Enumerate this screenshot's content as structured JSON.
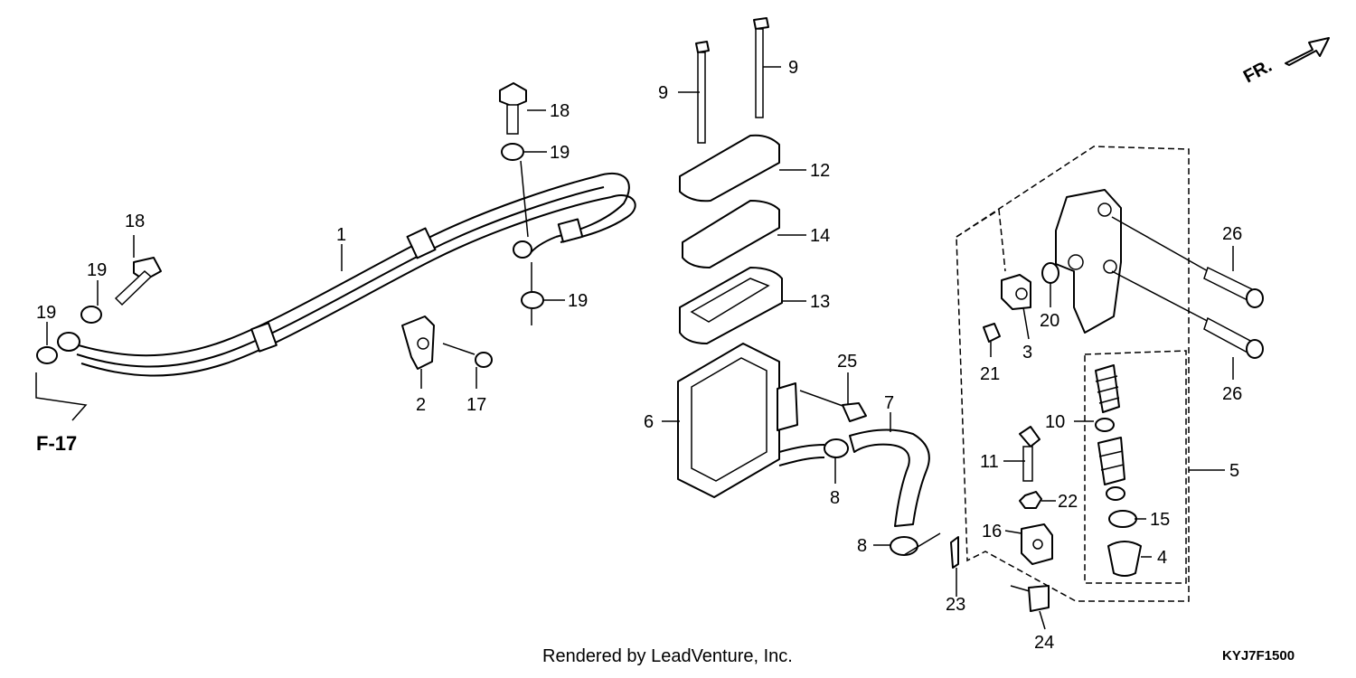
{
  "diagram": {
    "callouts": {
      "c1": "1",
      "c2": "2",
      "c3": "3",
      "c4": "4",
      "c5": "5",
      "c6": "6",
      "c7": "7",
      "c8a": "8",
      "c8b": "8",
      "c9a": "9",
      "c9b": "9",
      "c10": "10",
      "c11": "11",
      "c12": "12",
      "c13": "13",
      "c14": "14",
      "c15": "15",
      "c16": "16",
      "c17": "17",
      "c18a": "18",
      "c18b": "18",
      "c19a": "19",
      "c19b": "19",
      "c19c": "19",
      "c19d": "19",
      "c20": "20",
      "c21": "21",
      "c22": "22",
      "c23": "23",
      "c24": "24",
      "c26a": "26",
      "c26b": "26"
    },
    "reference": "F-17",
    "direction_label": "FR.",
    "credit": "Rendered by LeadVenture, Inc.",
    "diagram_code": "KYJ7F1500"
  }
}
